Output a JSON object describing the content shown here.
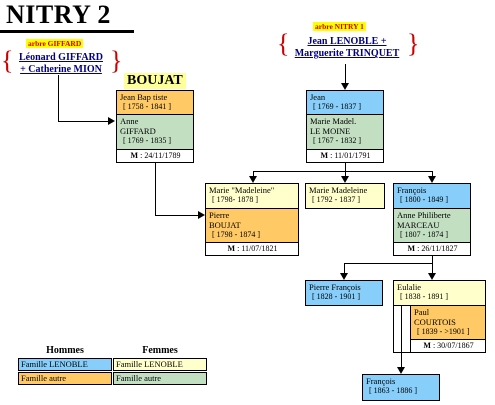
{
  "title": "NITRY 2",
  "left_origin": {
    "tag": "arbre GIFFARD",
    "line1": "Léonard GIFFARD",
    "line2": "+ Catherine MION"
  },
  "right_origin": {
    "tag": "arbre NITRY 1",
    "line1": "Jean LENOBLE +",
    "line2": "Marguerite TRINQUET"
  },
  "boujat_label": "BOUJAT",
  "couples": {
    "giffard": {
      "husband_name": "Jean Bap tiste",
      "husband_dates": "[ 1758 - 1841 ]",
      "wife_name1": "Anne",
      "wife_name2": "GIFFARD",
      "wife_dates": "[ 1769 - 1835 ]",
      "marriage_label": "M",
      "marriage_date": ": 24/11/1789"
    },
    "lenoble": {
      "husband_name": "Jean",
      "husband_dates": "[ 1769 - 1837 ]",
      "wife_name1": "Marie Madel.",
      "wife_name2": "LE MOINE",
      "wife_dates": "[ 1767 - 1832 ]",
      "marriage_label": "M",
      "marriage_date": ": 11/01/1791"
    },
    "madeleine": {
      "wife_name": "Marie \"Madeleine\"",
      "wife_dates": "[ 1798- 1878 ]",
      "husband_name1": "Pierre",
      "husband_name2": "BOUJAT",
      "husband_dates": "[ 1798 - 1874 ]",
      "marriage_label": "M",
      "marriage_date": ": 11/07/1821"
    },
    "francois": {
      "husband_name": "François",
      "husband_dates": "[ 1800 - 1849 ]",
      "wife_name1": "Anne Philiberte",
      "wife_name2": "MARCEAU",
      "wife_dates": "[ 1807 - 1874 ]",
      "marriage_label": "M",
      "marriage_date": ": 26/11/1827"
    },
    "eulalie": {
      "wife_name": "Eulalie",
      "wife_dates": "[ 1838 - 1891 ]",
      "husband_name1": "Paul",
      "husband_name2": "COURTOIS",
      "husband_dates": "[ 1839 - >1901 ]",
      "marriage_label": "M",
      "marriage_date": ": 30/07/1867"
    }
  },
  "singles": {
    "marie_madeleine": {
      "name": "Marie Madeleine",
      "dates": "[ 1792 - 1837 ]"
    },
    "pierre_francois": {
      "name": "Pierre François",
      "dates": "[ 1828 - 1901 ]"
    },
    "francois_grandchild": {
      "name": "François",
      "dates": "[ 1863 - 1886 ]"
    }
  },
  "legend": {
    "men_header": "Hommes",
    "women_header": "Femmes",
    "men_lenoble": "Famille LENOBLE",
    "men_other": "Famille autre",
    "women_lenoble": "Famille LENOBLE",
    "women_other": "Famille autre"
  },
  "colors": {
    "lenoble_male": "#87cefa",
    "other_male": "#ffc966",
    "lenoble_female": "#ffffcc",
    "other_female": "#c2dfc2",
    "origin_text": "#000080",
    "brace": "#cc0000",
    "tag_bg": "#ffff00"
  }
}
